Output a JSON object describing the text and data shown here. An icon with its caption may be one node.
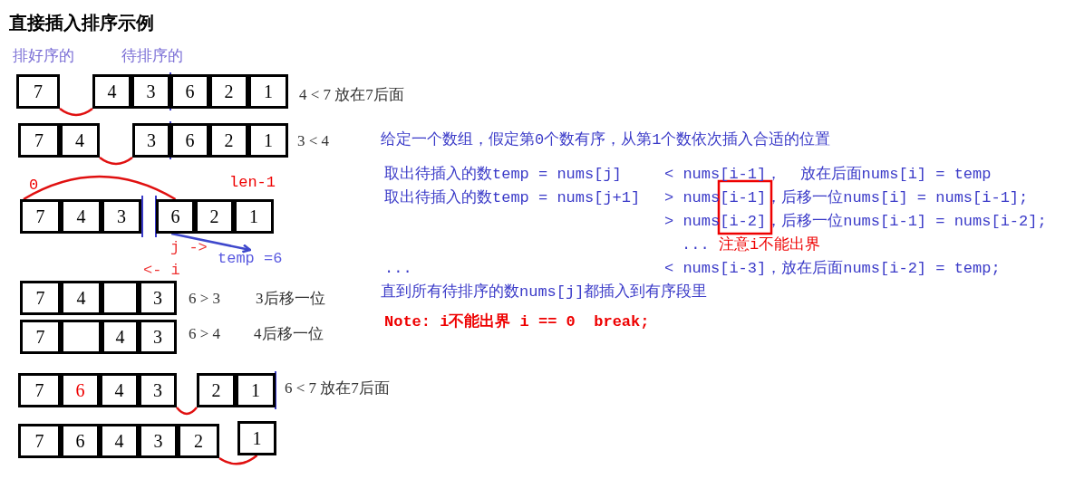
{
  "diagram": {
    "title": "直接插入排序示例",
    "nodes": [
      {
        "text": [
          "7"
        ]
      },
      {
        "text": [
          "4"
        ]
      },
      {
        "text": [
          "3"
        ]
      },
      {
        "text": [
          "6"
        ]
      },
      {
        "text": [
          "2"
        ]
      },
      {
        "text": [
          "1"
        ]
      },
      {
        "text": [
          "7"
        ]
      },
      {
        "text": [
          "4"
        ]
      },
      {
        "text": [
          "3"
        ]
      },
      {
        "text": [
          "6"
        ]
      },
      {
        "text": [
          "2"
        ]
      },
      {
        "text": [
          "1"
        ]
      },
      {
        "text": [
          "7"
        ]
      },
      {
        "text": [
          "4"
        ]
      },
      {
        "text": [
          "3"
        ]
      },
      {
        "text": [
          "6"
        ]
      },
      {
        "text": [
          "2"
        ]
      },
      {
        "text": [
          "1"
        ]
      },
      {
        "text": [
          "7"
        ]
      },
      {
        "text": [
          "4"
        ]
      },
      {
        "text": [],
        "shape": "box"
      },
      {
        "text": [
          "3"
        ]
      },
      {
        "text": [
          "7"
        ]
      },
      {
        "text": [],
        "shape": "box"
      },
      {
        "text": [
          "4"
        ]
      },
      {
        "text": [
          "3"
        ]
      },
      {
        "text": [
          "7"
        ]
      },
      {
        "text": [
          "6"
        ]
      },
      {
        "text": [
          "4"
        ]
      },
      {
        "text": [
          "3"
        ]
      },
      {
        "text": [
          "2"
        ]
      },
      {
        "text": [
          "1"
        ]
      },
      {
        "text": [
          "7"
        ]
      },
      {
        "text": [
          "6"
        ]
      },
      {
        "text": [
          "4"
        ]
      },
      {
        "text": [
          "3"
        ]
      },
      {
        "text": [
          "2"
        ]
      },
      {
        "text": [
          "1"
        ]
      },
      {
        "text": [
          "temp =6"
        ]
      }
    ],
    "edges": [
      {
        "from": 0,
        "to": 1,
        "arrow": "none"
      },
      {
        "from": 7,
        "to": 8,
        "arrow": "none"
      },
      {
        "from": 12,
        "to": 15,
        "arrow": "none"
      },
      {
        "from": 15,
        "to": 38,
        "arrow": "to",
        "color": "#3f48cc"
      },
      {
        "from": 29,
        "to": 30,
        "arrow": "none"
      },
      {
        "from": 36,
        "to": 37,
        "arrow": "none"
      }
    ],
    "labels": [
      "排好序的",
      "待排序的",
      "4 < 7 放在7后面",
      "3 < 4",
      "0",
      "len-1",
      "j ->",
      "<- i",
      "6 > 3",
      "3后移一位",
      "6 > 4",
      "4后移一位",
      "6 < 7 放在7后面",
      "给定一个数组，假定第0个数有序，从第1个数依次插入合适的位置",
      "取出待插入的数temp = nums[j]",
      "< nums[i-1]，  放在后面nums[i] = temp",
      "取出待插入的数temp = nums[j+1]",
      "> nums[i-1]，后移一位nums[i] = nums[i-1];",
      "> nums[i-2]，后移一位nums[i-1] = nums[i-2];",
      "...",
      "注意i不能出界",
      "...",
      "< nums[i-3]，放在后面nums[i-2] = temp;",
      "直到所有待排序的数nums[j]都插入到有序段里",
      "Note: i不能出界 i == 0  break;"
    ]
  }
}
